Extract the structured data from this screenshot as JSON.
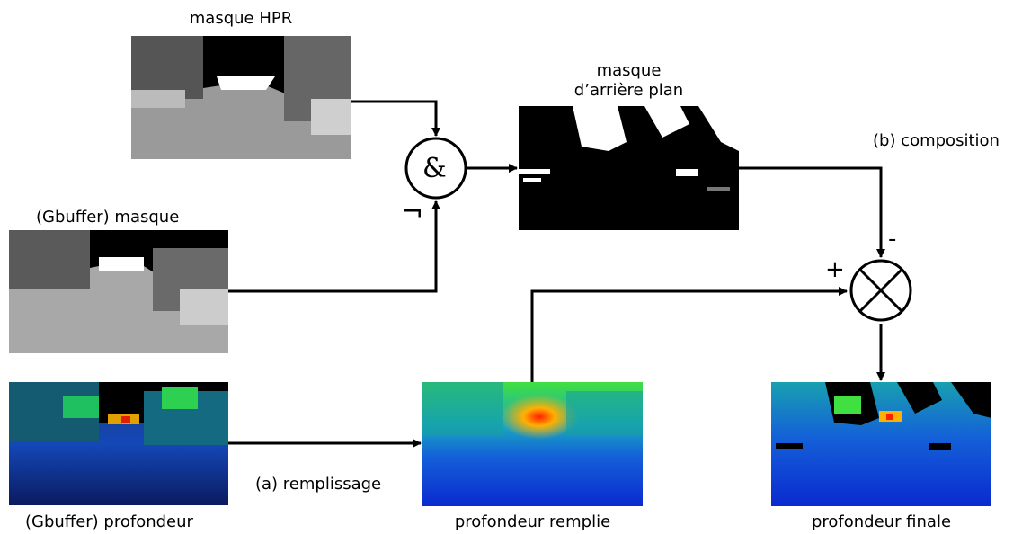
{
  "labels": {
    "hpr_mask": "masque HPR",
    "background_mask_line1": "masque",
    "background_mask_line2": "d’arrière plan",
    "gbuffer_mask": "(Gbuffer) masque",
    "gbuffer_depth": "(Gbuffer) profondeur",
    "filled_depth": "profondeur remplie",
    "final_depth": "profondeur finale",
    "step_a": "(a) remplissage",
    "step_b": "(b) composition"
  },
  "operators": {
    "and_symbol": "&",
    "not_symbol": "¬",
    "plus_sign": "+",
    "minus_sign": "-"
  }
}
